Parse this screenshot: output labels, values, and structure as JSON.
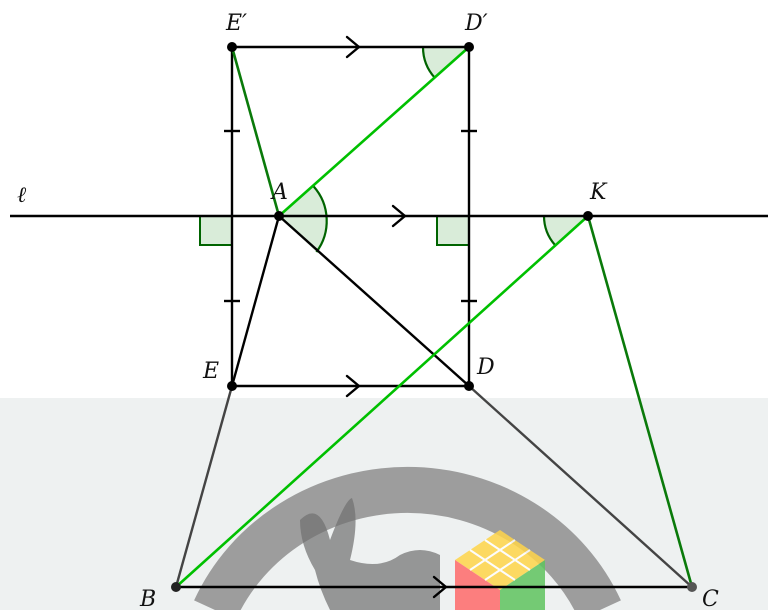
{
  "points": {
    "E_prime": "E′",
    "D_prime": "D′",
    "A": "A",
    "K": "K",
    "E": "E",
    "D": "D",
    "B": "B",
    "C": "C"
  },
  "line_label": "ℓ",
  "colors": {
    "black": "#000000",
    "dark_green": "#006400",
    "bright_green": "#00bb00",
    "angle_fill": "#d9ecd9",
    "watermark_band": "#eef1f1",
    "watermark_ring": "#8a8a8a"
  }
}
